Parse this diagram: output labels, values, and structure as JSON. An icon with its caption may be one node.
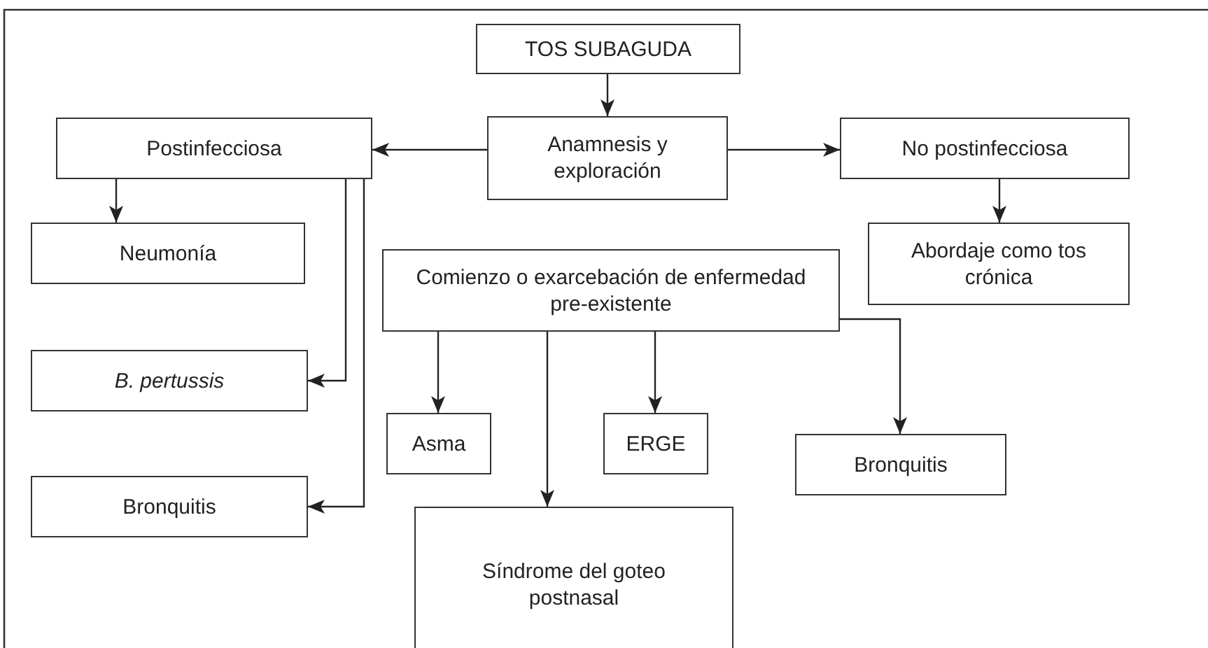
{
  "diagram": {
    "nodes": [
      {
        "text": [
          "TOS SUBAGUDA"
        ]
      },
      {
        "text": [
          "Postinfecciosa"
        ]
      },
      {
        "text": [
          "Anamnesis y exploración"
        ]
      },
      {
        "text": [
          "No postinfecciosa"
        ]
      },
      {
        "text": [
          "Neumonía"
        ]
      },
      {
        "text": [
          "Abordaje como tos crónica"
        ]
      },
      {
        "text": [
          "Comienzo o exarcebación de enfermedad pre-existente"
        ]
      },
      {
        "text": [
          "B. pertussis"
        ]
      },
      {
        "text": [
          "Asma"
        ]
      },
      {
        "text": [
          "ERGE"
        ]
      },
      {
        "text": [
          "Bronquitis"
        ]
      },
      {
        "text": [
          "Bronquitis"
        ]
      },
      {
        "text": [
          "Síndrome del goteo postnasal"
        ]
      }
    ],
    "edges": [
      {
        "from": 0,
        "to": 2,
        "arrow": "to"
      },
      {
        "from": 2,
        "to": 1,
        "arrow": "to"
      },
      {
        "from": 2,
        "to": 3,
        "arrow": "to"
      },
      {
        "from": 1,
        "to": 4,
        "arrow": "to"
      },
      {
        "from": 1,
        "to": 7,
        "arrow": "to"
      },
      {
        "from": 1,
        "to": 11,
        "arrow": "to"
      },
      {
        "from": 3,
        "to": 5,
        "arrow": "to"
      },
      {
        "from": 6,
        "to": 8,
        "arrow": "to"
      },
      {
        "from": 6,
        "to": 12,
        "arrow": "to"
      },
      {
        "from": 6,
        "to": 9,
        "arrow": "to"
      },
      {
        "from": 6,
        "to": 10,
        "arrow": "to"
      }
    ]
  }
}
